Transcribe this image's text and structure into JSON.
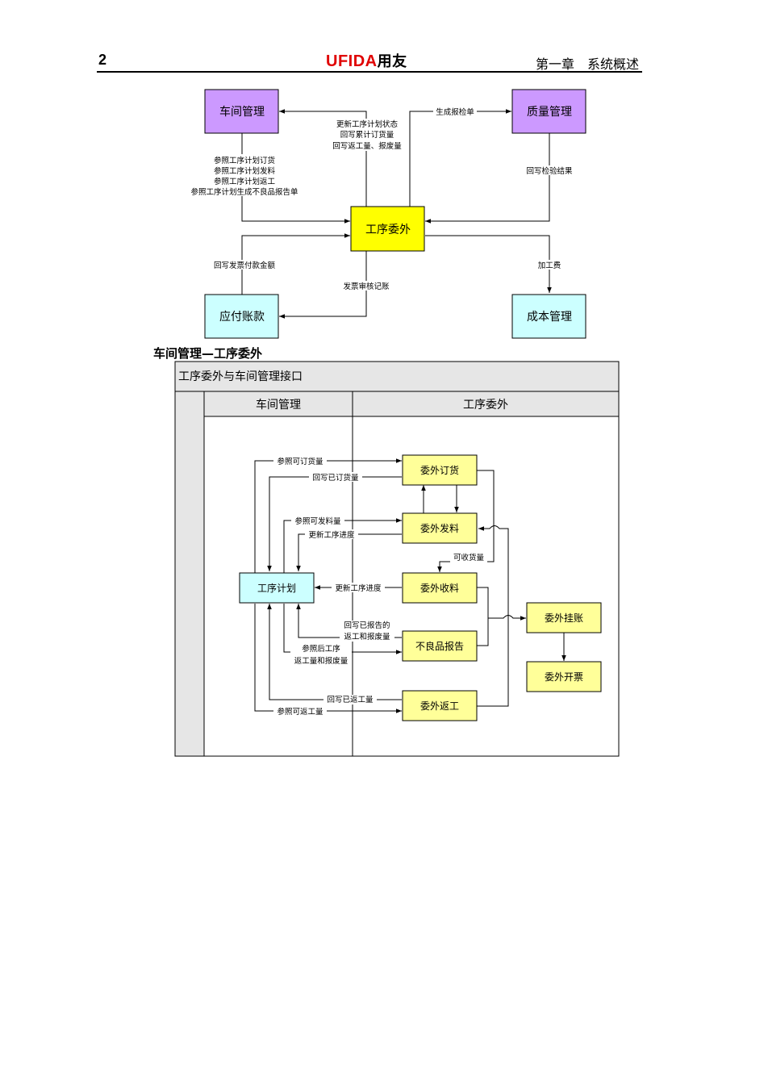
{
  "header": {
    "page_number": "2",
    "logo_brand": "UFIDA",
    "logo_cn": "用友",
    "chapter": "第一章",
    "chapter_title": "系统概述"
  },
  "top_diagram": {
    "nodes": {
      "workshop": "车间管理",
      "quality": "质量管理",
      "center": "工序委外",
      "payable": "应付账款",
      "cost": "成本管理"
    },
    "colors": {
      "workshop": "#cc99ff",
      "quality": "#cc99ff",
      "center": "#ffff00",
      "payable": "#ccffff",
      "cost": "#ccffff"
    },
    "labels": {
      "update_status": [
        "更新工序计划状态",
        "回写累计订货量",
        "回写返工量、报废量"
      ],
      "ref_plan": [
        "参照工序计划订货",
        "参照工序计划发料",
        "参照工序计划返工",
        "参照工序计划生成不良品报告单"
      ],
      "gen_inspection": "生成报检单",
      "write_inspection": "回写检验结果",
      "write_invoice": "回写发票付款金额",
      "invoice_audit": "发票审核记账",
      "processing_fee": "加工费"
    }
  },
  "section_title": "车间管理—工序委外",
  "swimlane": {
    "title": "工序委外与车间管理接口",
    "lane_left": "车间管理",
    "lane_right": "工序委外",
    "nodes": {
      "plan": "工序计划",
      "order": "委外订货",
      "issue": "委外发料",
      "receive": "委外收料",
      "defect": "不良品报告",
      "rework": "委外返工",
      "charge": "委外挂账",
      "invoice": "委外开票"
    },
    "colors": {
      "plan": "#ccffff",
      "yellow_nodes": "#ffff99",
      "lane_bg": "#e6e6e6"
    },
    "labels": {
      "ref_orderable": "参照可订货量",
      "write_ordered": "回写已订货量",
      "ref_issuable": "参照可发料量",
      "update_progress_1": "更新工序进度",
      "receivable": "可收货量",
      "update_progress_2": "更新工序进度",
      "write_reported": [
        "回写已报告的",
        "返工和报废量"
      ],
      "ref_after": [
        "参照后工序",
        "返工量和报废量"
      ],
      "write_reworked": "回写已返工量",
      "ref_reworkable": "参照可返工量"
    }
  }
}
